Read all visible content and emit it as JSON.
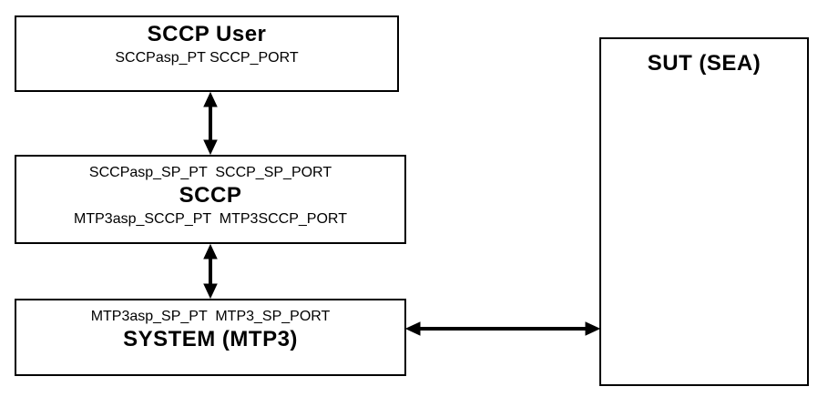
{
  "diagram": {
    "background_color": "#ffffff",
    "line_color": "#000000",
    "boxes": {
      "sccp_user": {
        "title": "SCCP User",
        "ports": "SCCPasp_PT SCCP_PORT"
      },
      "sccp": {
        "ports_top": "SCCPasp_SP_PT  SCCP_SP_PORT",
        "title": "SCCP",
        "ports_bottom": "MTP3asp_SCCP_PT  MTP3SCCP_PORT"
      },
      "system_mtp3": {
        "ports_top": "MTP3asp_SP_PT  MTP3_SP_PORT",
        "title": "SYSTEM (MTP3)"
      },
      "sut": {
        "title": "SUT (SEA)"
      }
    },
    "connections": [
      {
        "name": "sccp-user-to-sccp",
        "type": "double-headed-arrow",
        "direction": "vertical"
      },
      {
        "name": "sccp-to-system-mtp3",
        "type": "double-headed-arrow",
        "direction": "vertical"
      },
      {
        "name": "system-mtp3-to-sut",
        "type": "double-headed-arrow",
        "direction": "horizontal"
      }
    ]
  }
}
